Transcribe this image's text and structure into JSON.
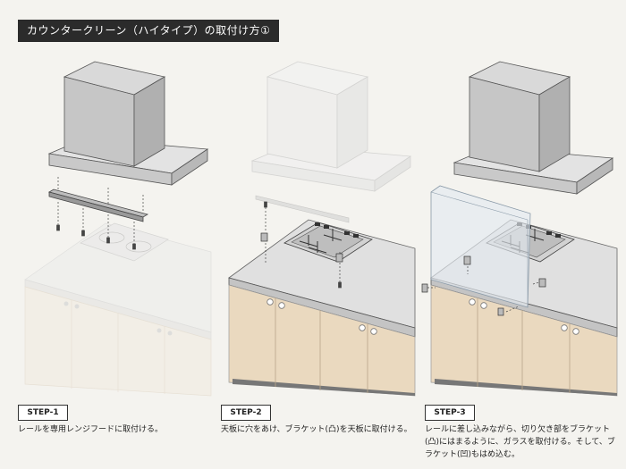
{
  "title": "カウンタークリーン（ハイタイプ）の取付け方①",
  "steps": [
    {
      "label": "STEP-1",
      "description": "レールを専用レンジフードに取付ける。"
    },
    {
      "label": "STEP-2",
      "description": "天板に穴をあけ、ブラケット(凸)を天板に取付ける。"
    },
    {
      "label": "STEP-3",
      "description": "レールに差し込みながら、切り欠き部をブラケット(凸)にはまるように、ガラスを取付ける。そして、ブラケット(凹)もはめ込む。"
    }
  ],
  "colors": {
    "title_background": "#2b2b2b",
    "hood_gray": "#cfcfcf",
    "countertop_gray": "#dedede",
    "cabinet_wood": "#ead9bf",
    "cabinet_faded": "#f1ebe0",
    "glass": "#e4eaf0"
  }
}
